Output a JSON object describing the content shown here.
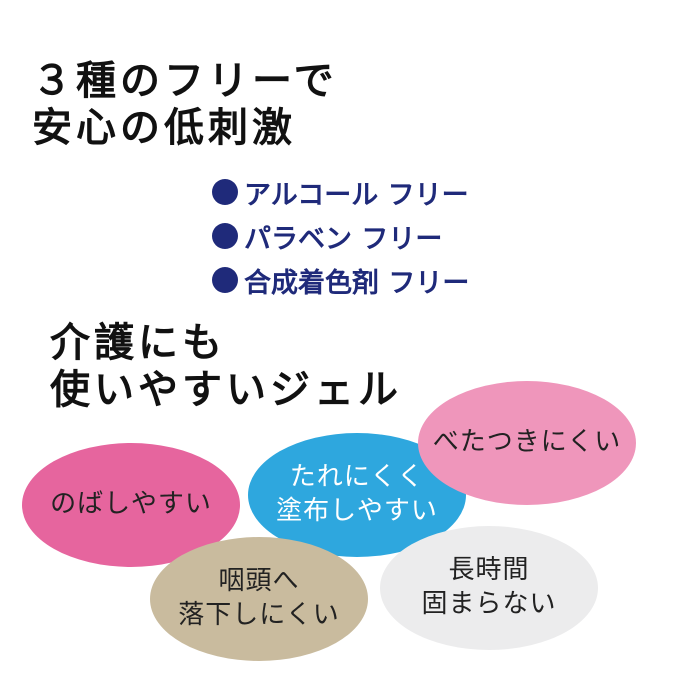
{
  "colors": {
    "headline": "#111111",
    "list_text": "#1f2a7a",
    "bullet": "#1f2a7a"
  },
  "headline_top": {
    "line1": "３種のフリーで",
    "line2": "安心の低刺激"
  },
  "free_list": [
    {
      "label": "アルコール フリー",
      "icon": "filled-circle-bullet"
    },
    {
      "label": "パラベン フリー",
      "icon": "filled-circle-bullet"
    },
    {
      "label": "合成着色剤 フリー",
      "icon": "filled-circle-bullet"
    }
  ],
  "headline_mid": {
    "line1": "介護にも",
    "line2": "使いやすいジェル"
  },
  "bubbles": {
    "betatsuki": {
      "lines": [
        "べたつきにくい"
      ],
      "color": "#ef96bb",
      "text_color": "#222222"
    },
    "tareni": {
      "lines": [
        "たれにくく",
        "塗布しやすい"
      ],
      "color": "#2ea7de",
      "text_color": "#ffffff"
    },
    "nobashi": {
      "lines": [
        "のばしやすい"
      ],
      "color": "#e6659e",
      "text_color": "#222222"
    },
    "intou": {
      "lines": [
        "咽頭へ",
        "落下しにくい"
      ],
      "color": "#c9bb9e",
      "text_color": "#222222"
    },
    "choujikan": {
      "lines": [
        "長時間",
        "固まらない"
      ],
      "color": "#ececed",
      "text_color": "#222222"
    }
  }
}
